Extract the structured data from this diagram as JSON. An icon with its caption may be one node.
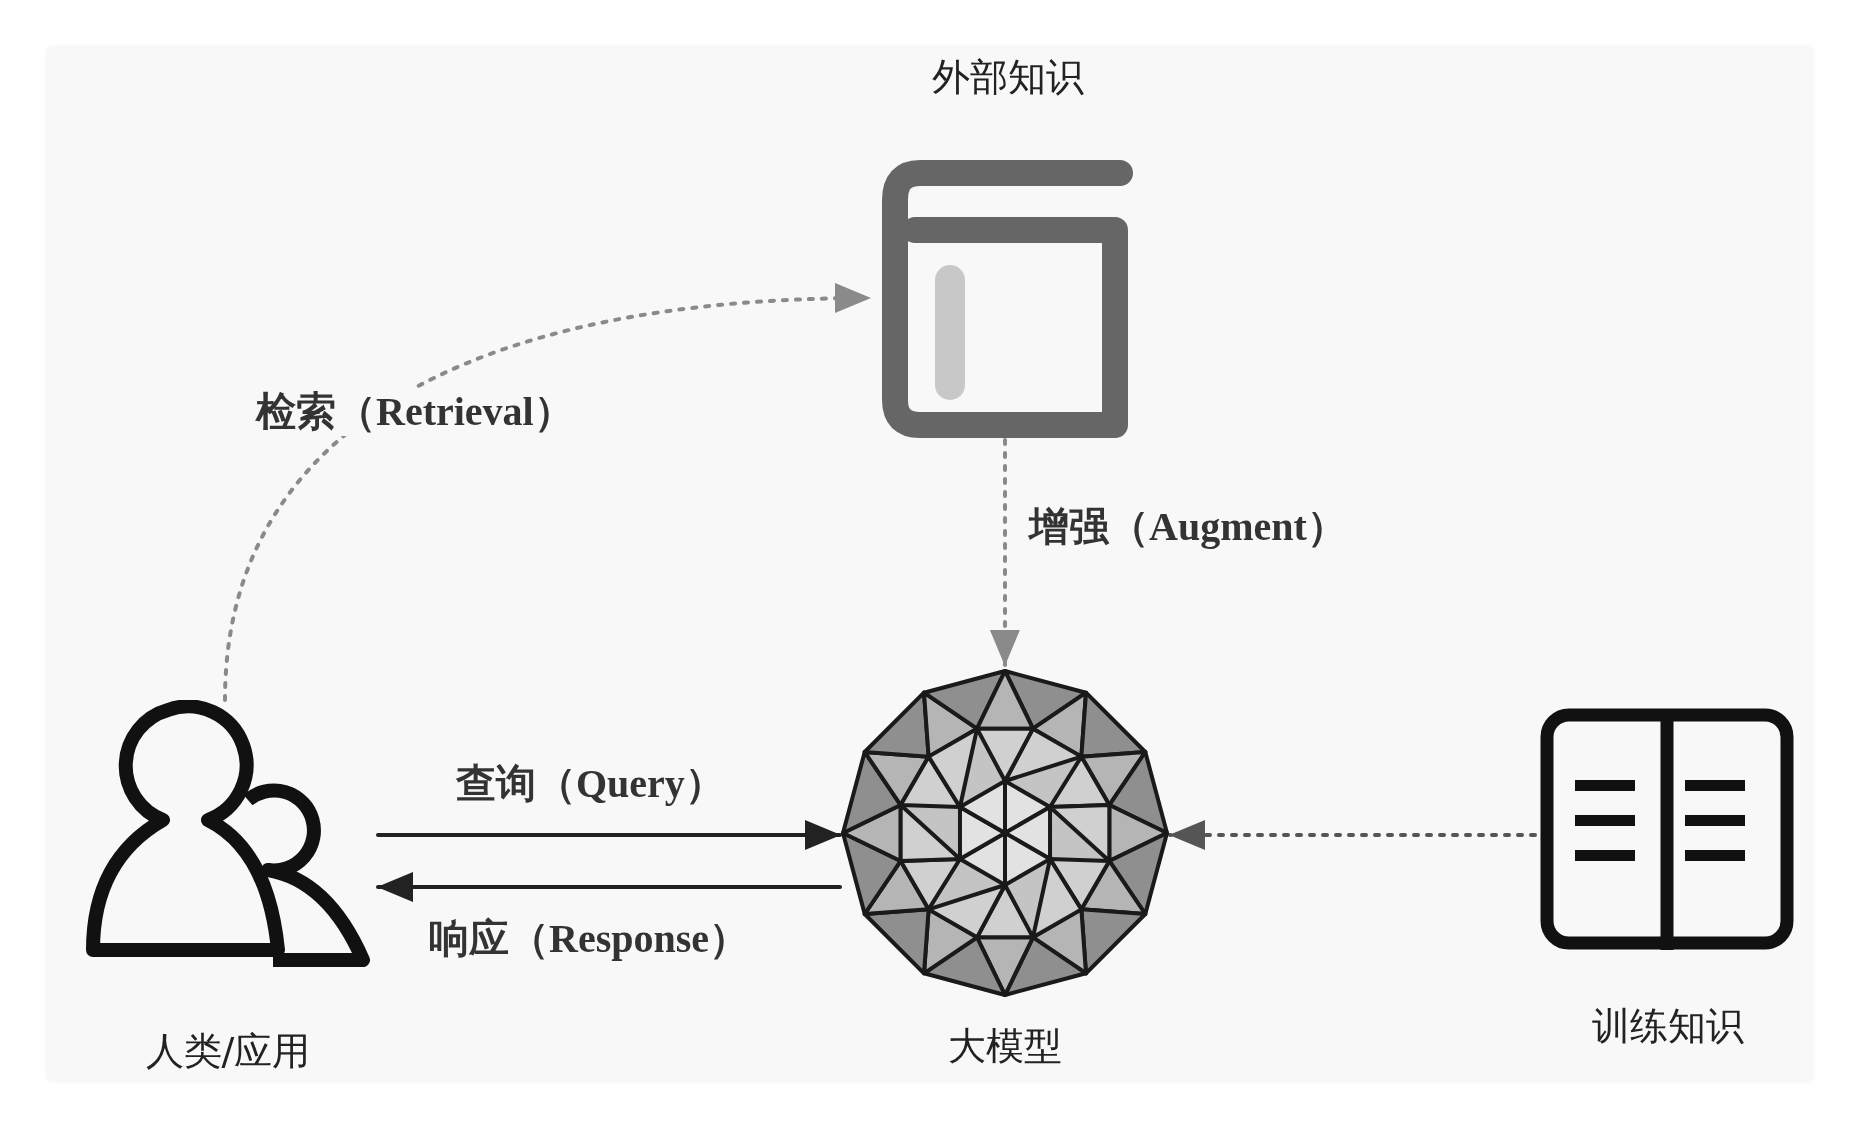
{
  "diagram": {
    "nodes": [
      {
        "text": [
          "外部知识"
        ]
      },
      {
        "text": [
          "人类/应用"
        ]
      },
      {
        "text": [
          "大模型"
        ]
      },
      {
        "text": [
          "训练知识"
        ]
      }
    ],
    "edges": [
      {
        "from": 1,
        "to": 0,
        "arrow": "to",
        "label": "检索（Retrieval）",
        "style": "dashed",
        "color": "#8a8a8a"
      },
      {
        "from": 0,
        "to": 2,
        "arrow": "to",
        "label": "增强（Augment）",
        "style": "dashed",
        "color": "#8a8a8a"
      },
      {
        "from": 1,
        "to": 2,
        "arrow": "to",
        "label": "查询（Query）",
        "color": "#222222"
      },
      {
        "from": 2,
        "to": 1,
        "arrow": "to",
        "label": "响应（Response）",
        "color": "#222222"
      },
      {
        "from": 3,
        "to": 2,
        "arrow": "to",
        "style": "dashed",
        "color": "#555555"
      }
    ]
  }
}
